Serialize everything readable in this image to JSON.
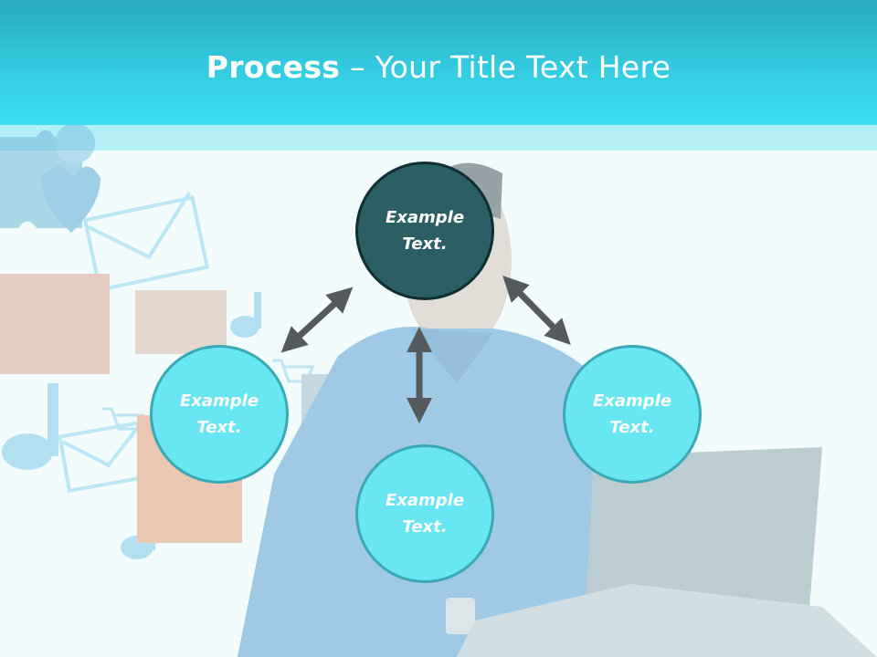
{
  "slide": {
    "title_bold": "Process",
    "title_rest": " – Your Title Text Here"
  },
  "nodes": [
    {
      "line1": "Example",
      "line2": "Text."
    },
    {
      "line1": "Example",
      "line2": "Text."
    },
    {
      "line1": "Example",
      "line2": "Text."
    },
    {
      "line1": "Example",
      "line2": "Text."
    }
  ],
  "colors": {
    "header": "#33cbe0",
    "node_primary": "#2c5f63",
    "node_secondary": "#68e6f2",
    "arrow": "#555a5c"
  }
}
